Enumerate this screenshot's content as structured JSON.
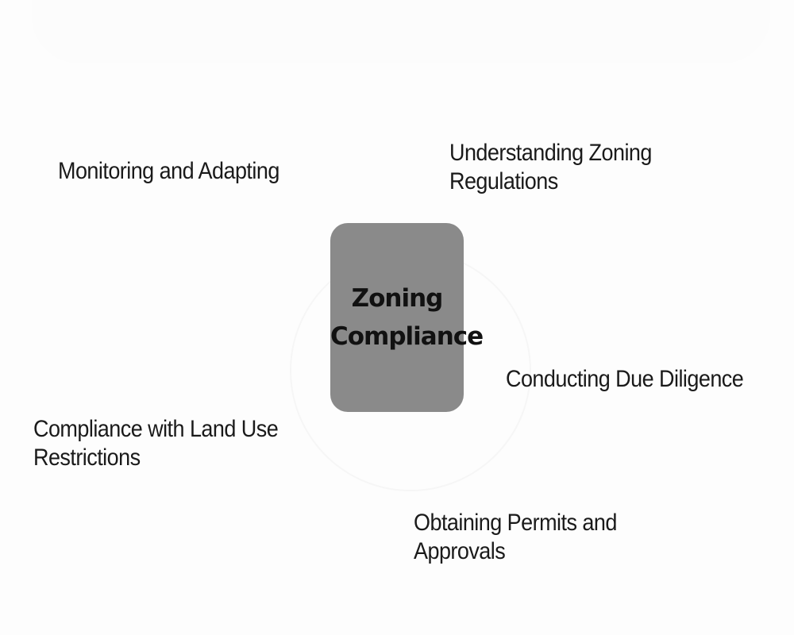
{
  "diagram": {
    "center": {
      "line1": "Zoning",
      "line2": "Compliance"
    },
    "nodes": [
      {
        "label": "Monitoring and Adapting"
      },
      {
        "label": "Understanding Zoning Regulations"
      },
      {
        "label": "Conducting Due Diligence"
      },
      {
        "label": "Compliance with Land Use Restrictions"
      },
      {
        "label": "Obtaining Permits and Approvals"
      }
    ],
    "colors": {
      "center_fill": "#8a8a8a",
      "text": "#1a1a1a",
      "background": "#fdfdfd"
    }
  }
}
